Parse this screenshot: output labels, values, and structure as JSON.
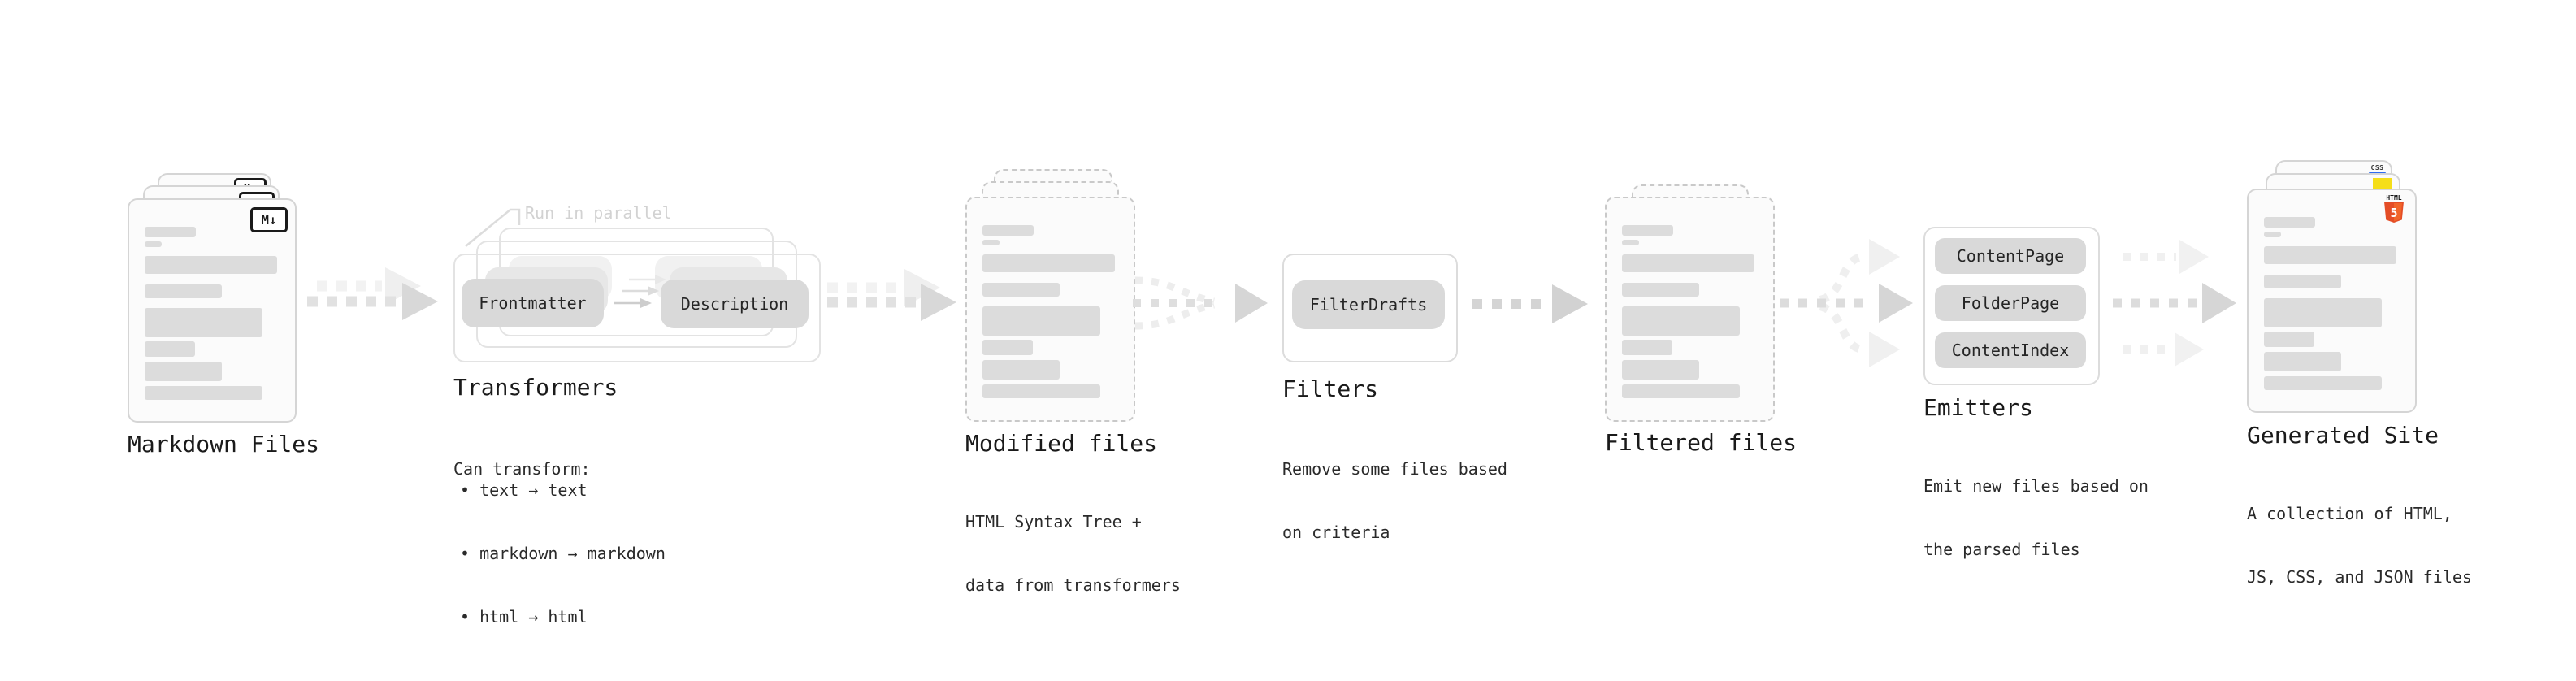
{
  "diagram": {
    "markdown_files": {
      "label": "Markdown Files"
    },
    "transformers": {
      "label": "Transformers",
      "annotation": "Run in parallel",
      "pill_left": "Frontmatter",
      "pill_right": "Description",
      "desc_title": "Can transform:",
      "bullet_1": "• text → text",
      "bullet_2": "• markdown → markdown",
      "bullet_3": "• html → html"
    },
    "modified_files": {
      "label": "Modified files",
      "desc_1": "HTML Syntax Tree +",
      "desc_2": "data from transformers"
    },
    "filters": {
      "label": "Filters",
      "pill": "FilterDrafts",
      "desc_1": "Remove some files based",
      "desc_2": "on criteria"
    },
    "filtered_files": {
      "label": "Filtered files"
    },
    "emitters": {
      "label": "Emitters",
      "pill_1": "ContentPage",
      "pill_2": "FolderPage",
      "pill_3": "ContentIndex",
      "desc_1": "Emit new files based on",
      "desc_2": "the parsed files"
    },
    "generated_site": {
      "label": "Generated Site",
      "desc_1": "A collection of HTML,",
      "desc_2": "JS, CSS, and JSON files"
    },
    "badges": {
      "markdown": "M↓",
      "html_label": "HTML",
      "html_number": "5",
      "css": "CSS"
    },
    "colors": {
      "background": "#ffffff",
      "card_fill": "#fbfbfb",
      "card_border": "#d5d5d5",
      "dashed_border": "#c9c9c9",
      "placeholder_bar": "#dcdcdc",
      "pill_gray": "#d9d9d9",
      "frame_border": "#e3e3e3",
      "arrow_gray": "#d8d8d8",
      "arrow_light": "#f0f0f0",
      "text": "#1a1a1a",
      "muted_annotation": "#d2d2d2",
      "html5_orange": "#e44d26",
      "html5_orange_light": "#f16529",
      "js_yellow": "#f5de19",
      "css_blue": "#2f6bf0",
      "markdown_badge": "#1a1a1a"
    }
  }
}
